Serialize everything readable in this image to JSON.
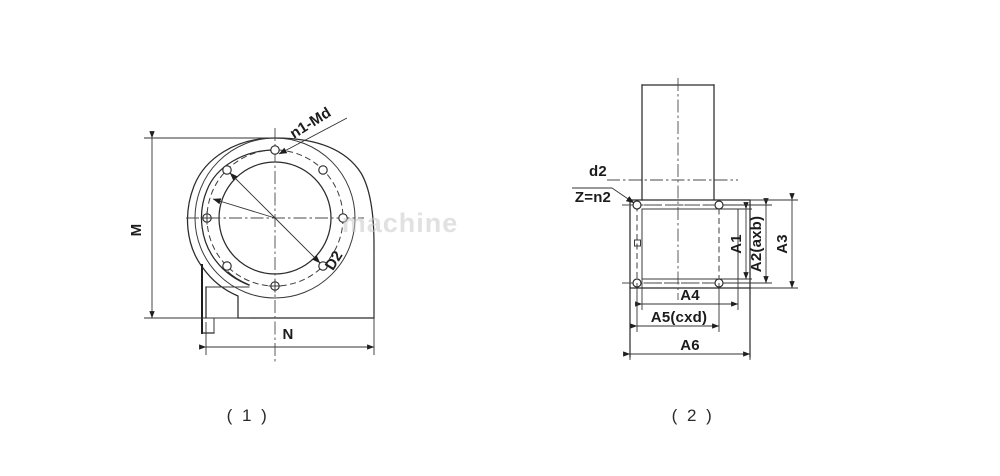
{
  "drawing": {
    "title": "Centrifugal fan outline dimension drawing",
    "background_color": "#ffffff",
    "line_color": "#2b2b2b",
    "figures": [
      {
        "id": "figure-1",
        "caption": "( 1 )",
        "description": "Side view of centrifugal fan scroll casing with circular inlet flange",
        "labels": [
          {
            "name": "bolt-spec",
            "text": "n1-Md",
            "rotation": -32
          },
          {
            "name": "inlet-diameter",
            "text": "D2",
            "rotation": -58
          },
          {
            "name": "height-dimension",
            "text": "M",
            "rotation": -90
          },
          {
            "name": "width-dimension",
            "text": "N",
            "rotation": 0
          }
        ]
      },
      {
        "id": "figure-2",
        "caption": "( 2 )",
        "description": "Front view of fan outlet rectangular flange with bolt pattern",
        "labels": [
          {
            "name": "hole-diameter",
            "text": "d2",
            "rotation": 0
          },
          {
            "name": "hole-count",
            "text": "Z=n2",
            "rotation": 0
          },
          {
            "name": "inner-height",
            "text": "A1",
            "rotation": -90
          },
          {
            "name": "outlet-size",
            "text": "A2(axb)",
            "rotation": -90
          },
          {
            "name": "outer-height",
            "text": "A3",
            "rotation": -90
          },
          {
            "name": "inner-width",
            "text": "A4",
            "rotation": 0
          },
          {
            "name": "bolt-pitch",
            "text": "A5(cxd)",
            "rotation": 0
          },
          {
            "name": "outer-width",
            "text": "A6",
            "rotation": 0
          }
        ]
      }
    ],
    "watermark": {
      "text": "machine",
      "color": "#c9c9c9"
    }
  }
}
